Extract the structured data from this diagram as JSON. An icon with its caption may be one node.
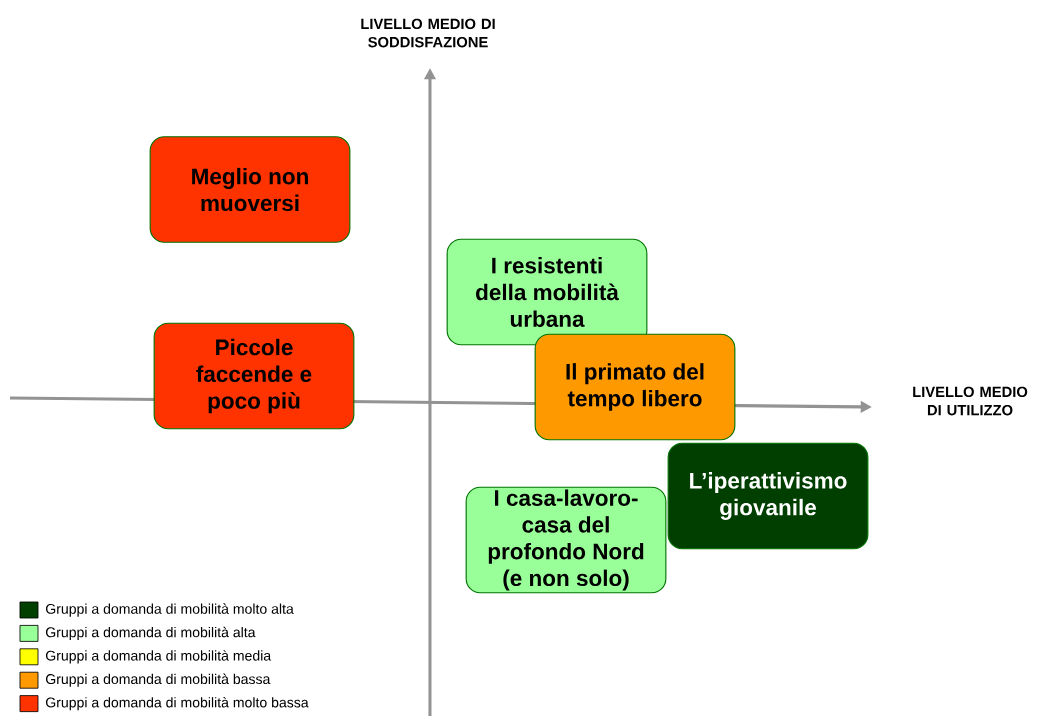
{
  "diagram": {
    "nodes": [
      {
        "text": [
          "Meglio non muoversi"
        ]
      },
      {
        "text": [
          "I resistenti della mobilità urbana"
        ]
      },
      {
        "text": [
          "Piccole faccende e poco più"
        ]
      },
      {
        "text": [
          "Il primato del tempo libero"
        ]
      },
      {
        "text": [
          "L’iperattivismo giovanile"
        ]
      },
      {
        "text": [
          "I casa-lavoro-casa del profondo Nord (e non solo)"
        ]
      }
    ],
    "labels": [
      "LIVELLO MEDIO DI SODDISFAZIONE",
      "LIVELLO MEDIO DI UTILIZZO"
    ],
    "legend": [
      {
        "text": "Gruppi a domanda di mobilità molto alta",
        "color": "#003f00"
      },
      {
        "text": "Gruppi a domanda di mobilità alta",
        "color": "#99ff99"
      },
      {
        "text": "Gruppi a domanda di mobilità media",
        "color": "#ffff00"
      },
      {
        "text": "Gruppi a domanda di mobilità bassa",
        "color": "#ff9900"
      },
      {
        "text": "Gruppi a domanda di mobilità molto bassa",
        "color": "#ff3300"
      }
    ]
  }
}
